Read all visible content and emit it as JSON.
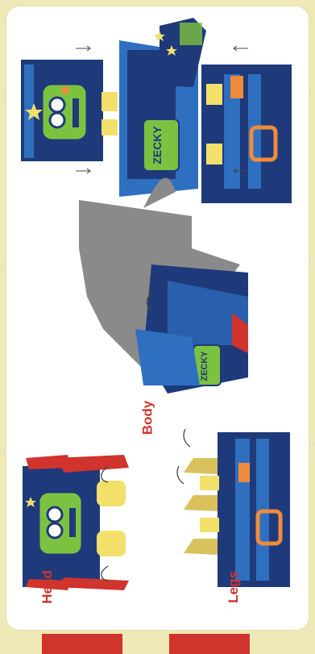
{
  "labels": {
    "head": "Head",
    "body": "Body",
    "legs": "Legs"
  },
  "robot_badge_text": "ZECKY",
  "colors": {
    "navy": "#1f3a7a",
    "blue": "#2f6fc0",
    "green": "#7cc241",
    "yellow": "#f2e06a",
    "red": "#d0342c",
    "gray": "#8a8a8a",
    "orange": "#f08a3c",
    "background": "#efe9b8"
  },
  "icons": [
    "arrow-icon",
    "star-icon",
    "curved-arrow-icon"
  ]
}
